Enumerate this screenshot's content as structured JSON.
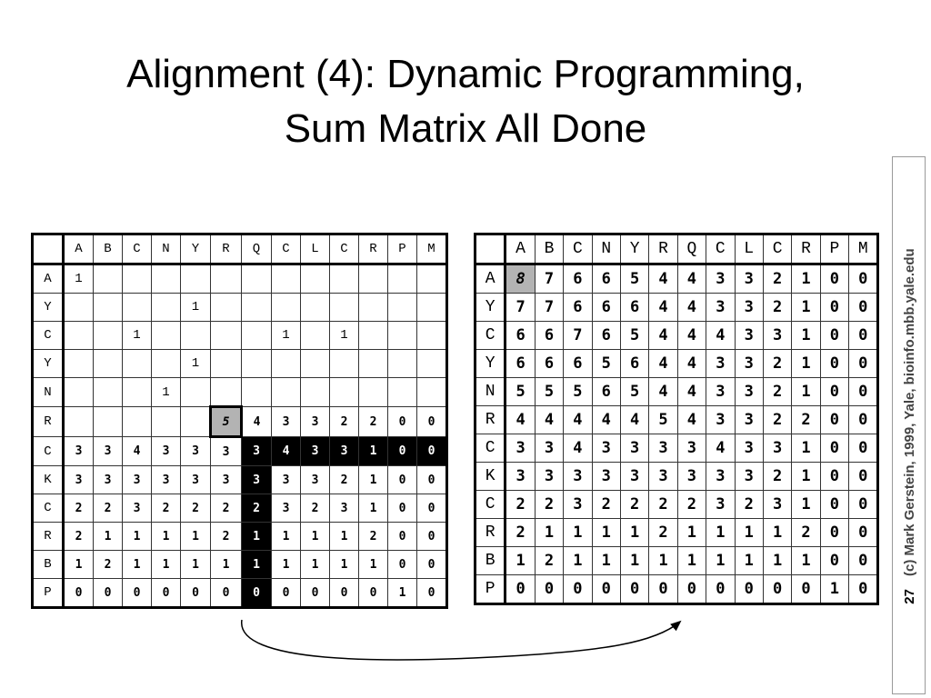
{
  "slide": {
    "title_line1": "Alignment (4): Dynamic Programming,",
    "title_line2": "Sum Matrix All Done",
    "page_number": "27",
    "credit": "(c) Mark Gerstein, 1999, Yale, bioinfo.mbb.yale.edu"
  },
  "matrix_left": {
    "col_headers": [
      "A",
      "B",
      "C",
      "N",
      "Y",
      "R",
      "Q",
      "C",
      "L",
      "C",
      "R",
      "P",
      "M"
    ],
    "row_headers": [
      "A",
      "Y",
      "C",
      "Y",
      "N",
      "R",
      "C",
      "K",
      "C",
      "R",
      "B",
      "P"
    ],
    "cells": [
      [
        "1",
        "",
        "",
        "",
        "",
        "",
        "",
        "",
        "",
        "",
        "",
        "",
        ""
      ],
      [
        "",
        "",
        "",
        "",
        "1",
        "",
        "",
        "",
        "",
        "",
        "",
        "",
        ""
      ],
      [
        "",
        "",
        "1",
        "",
        "",
        "",
        "",
        "1",
        "",
        "1",
        "",
        "",
        ""
      ],
      [
        "",
        "",
        "",
        "",
        "1",
        "",
        "",
        "",
        "",
        "",
        "",
        "",
        ""
      ],
      [
        "",
        "",
        "",
        "1",
        "",
        "",
        "",
        "",
        "",
        "",
        "",
        "",
        ""
      ],
      [
        "",
        "",
        "",
        "",
        "",
        "5",
        "4",
        "3",
        "3",
        "2",
        "2",
        "0",
        "0"
      ],
      [
        "3",
        "3",
        "4",
        "3",
        "3",
        "3",
        "3",
        "4",
        "3",
        "3",
        "1",
        "0",
        "0"
      ],
      [
        "3",
        "3",
        "3",
        "3",
        "3",
        "3",
        "3",
        "3",
        "3",
        "2",
        "1",
        "0",
        "0"
      ],
      [
        "2",
        "2",
        "3",
        "2",
        "2",
        "2",
        "2",
        "3",
        "2",
        "3",
        "1",
        "0",
        "0"
      ],
      [
        "2",
        "1",
        "1",
        "1",
        "1",
        "2",
        "1",
        "1",
        "1",
        "1",
        "2",
        "0",
        "0"
      ],
      [
        "1",
        "2",
        "1",
        "1",
        "1",
        "1",
        "1",
        "1",
        "1",
        "1",
        "1",
        "0",
        "0"
      ],
      [
        "0",
        "0",
        "0",
        "0",
        "0",
        "0",
        "0",
        "0",
        "0",
        "0",
        "0",
        "1",
        "0"
      ]
    ]
  },
  "matrix_right": {
    "col_headers": [
      "A",
      "B",
      "C",
      "N",
      "Y",
      "R",
      "Q",
      "C",
      "L",
      "C",
      "R",
      "P",
      "M"
    ],
    "row_headers": [
      "A",
      "Y",
      "C",
      "Y",
      "N",
      "R",
      "C",
      "K",
      "C",
      "R",
      "B",
      "P"
    ],
    "cells": [
      [
        "8",
        "7",
        "6",
        "6",
        "5",
        "4",
        "4",
        "3",
        "3",
        "2",
        "1",
        "0",
        "0"
      ],
      [
        "7",
        "7",
        "6",
        "6",
        "6",
        "4",
        "4",
        "3",
        "3",
        "2",
        "1",
        "0",
        "0"
      ],
      [
        "6",
        "6",
        "7",
        "6",
        "5",
        "4",
        "4",
        "4",
        "3",
        "3",
        "1",
        "0",
        "0"
      ],
      [
        "6",
        "6",
        "6",
        "5",
        "6",
        "4",
        "4",
        "3",
        "3",
        "2",
        "1",
        "0",
        "0"
      ],
      [
        "5",
        "5",
        "5",
        "6",
        "5",
        "4",
        "4",
        "3",
        "3",
        "2",
        "1",
        "0",
        "0"
      ],
      [
        "4",
        "4",
        "4",
        "4",
        "4",
        "5",
        "4",
        "3",
        "3",
        "2",
        "2",
        "0",
        "0"
      ],
      [
        "3",
        "3",
        "4",
        "3",
        "3",
        "3",
        "3",
        "4",
        "3",
        "3",
        "1",
        "0",
        "0"
      ],
      [
        "3",
        "3",
        "3",
        "3",
        "3",
        "3",
        "3",
        "3",
        "3",
        "2",
        "1",
        "0",
        "0"
      ],
      [
        "2",
        "2",
        "3",
        "2",
        "2",
        "2",
        "2",
        "3",
        "2",
        "3",
        "1",
        "0",
        "0"
      ],
      [
        "2",
        "1",
        "1",
        "1",
        "1",
        "2",
        "1",
        "1",
        "1",
        "1",
        "2",
        "0",
        "0"
      ],
      [
        "1",
        "2",
        "1",
        "1",
        "1",
        "1",
        "1",
        "1",
        "1",
        "1",
        "1",
        "0",
        "0"
      ],
      [
        "0",
        "0",
        "0",
        "0",
        "0",
        "0",
        "0",
        "0",
        "0",
        "0",
        "0",
        "1",
        "0"
      ]
    ]
  },
  "colors": {
    "highlight_fill": "#000000",
    "highlight_text": "#ffffff",
    "current_cell_fill": "#b3b3b3"
  }
}
